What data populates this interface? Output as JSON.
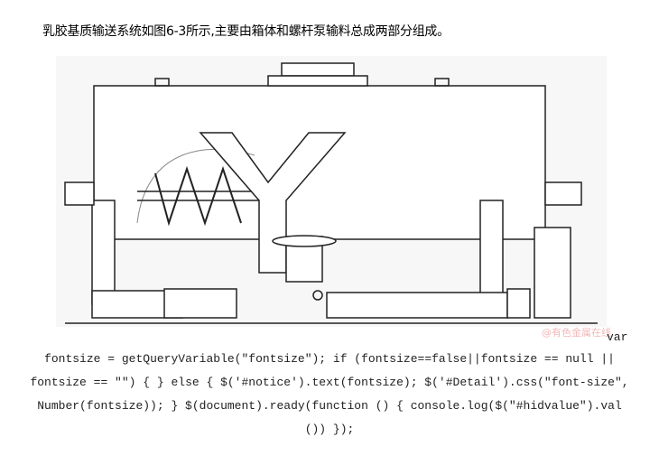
{
  "intro_text": "乳胶基质输送系统如图6-3所示,主要由箱体和螺杆泵输料总成两部分组成。",
  "figure": {
    "watermark": "@有色金属在线"
  },
  "code_lines": [
    "var",
    "fontsize = getQueryVariable(\"fontsize\"); if (fontsize==false||fontsize == null ||",
    "fontsize == \"\") { } else { $('#notice').text(fontsize); $('#Detail').css(\"font-size\",",
    "Number(fontsize)); } $(document).ready(function () { console.log($(\"#hidvalue\").val",
    "()) });"
  ]
}
